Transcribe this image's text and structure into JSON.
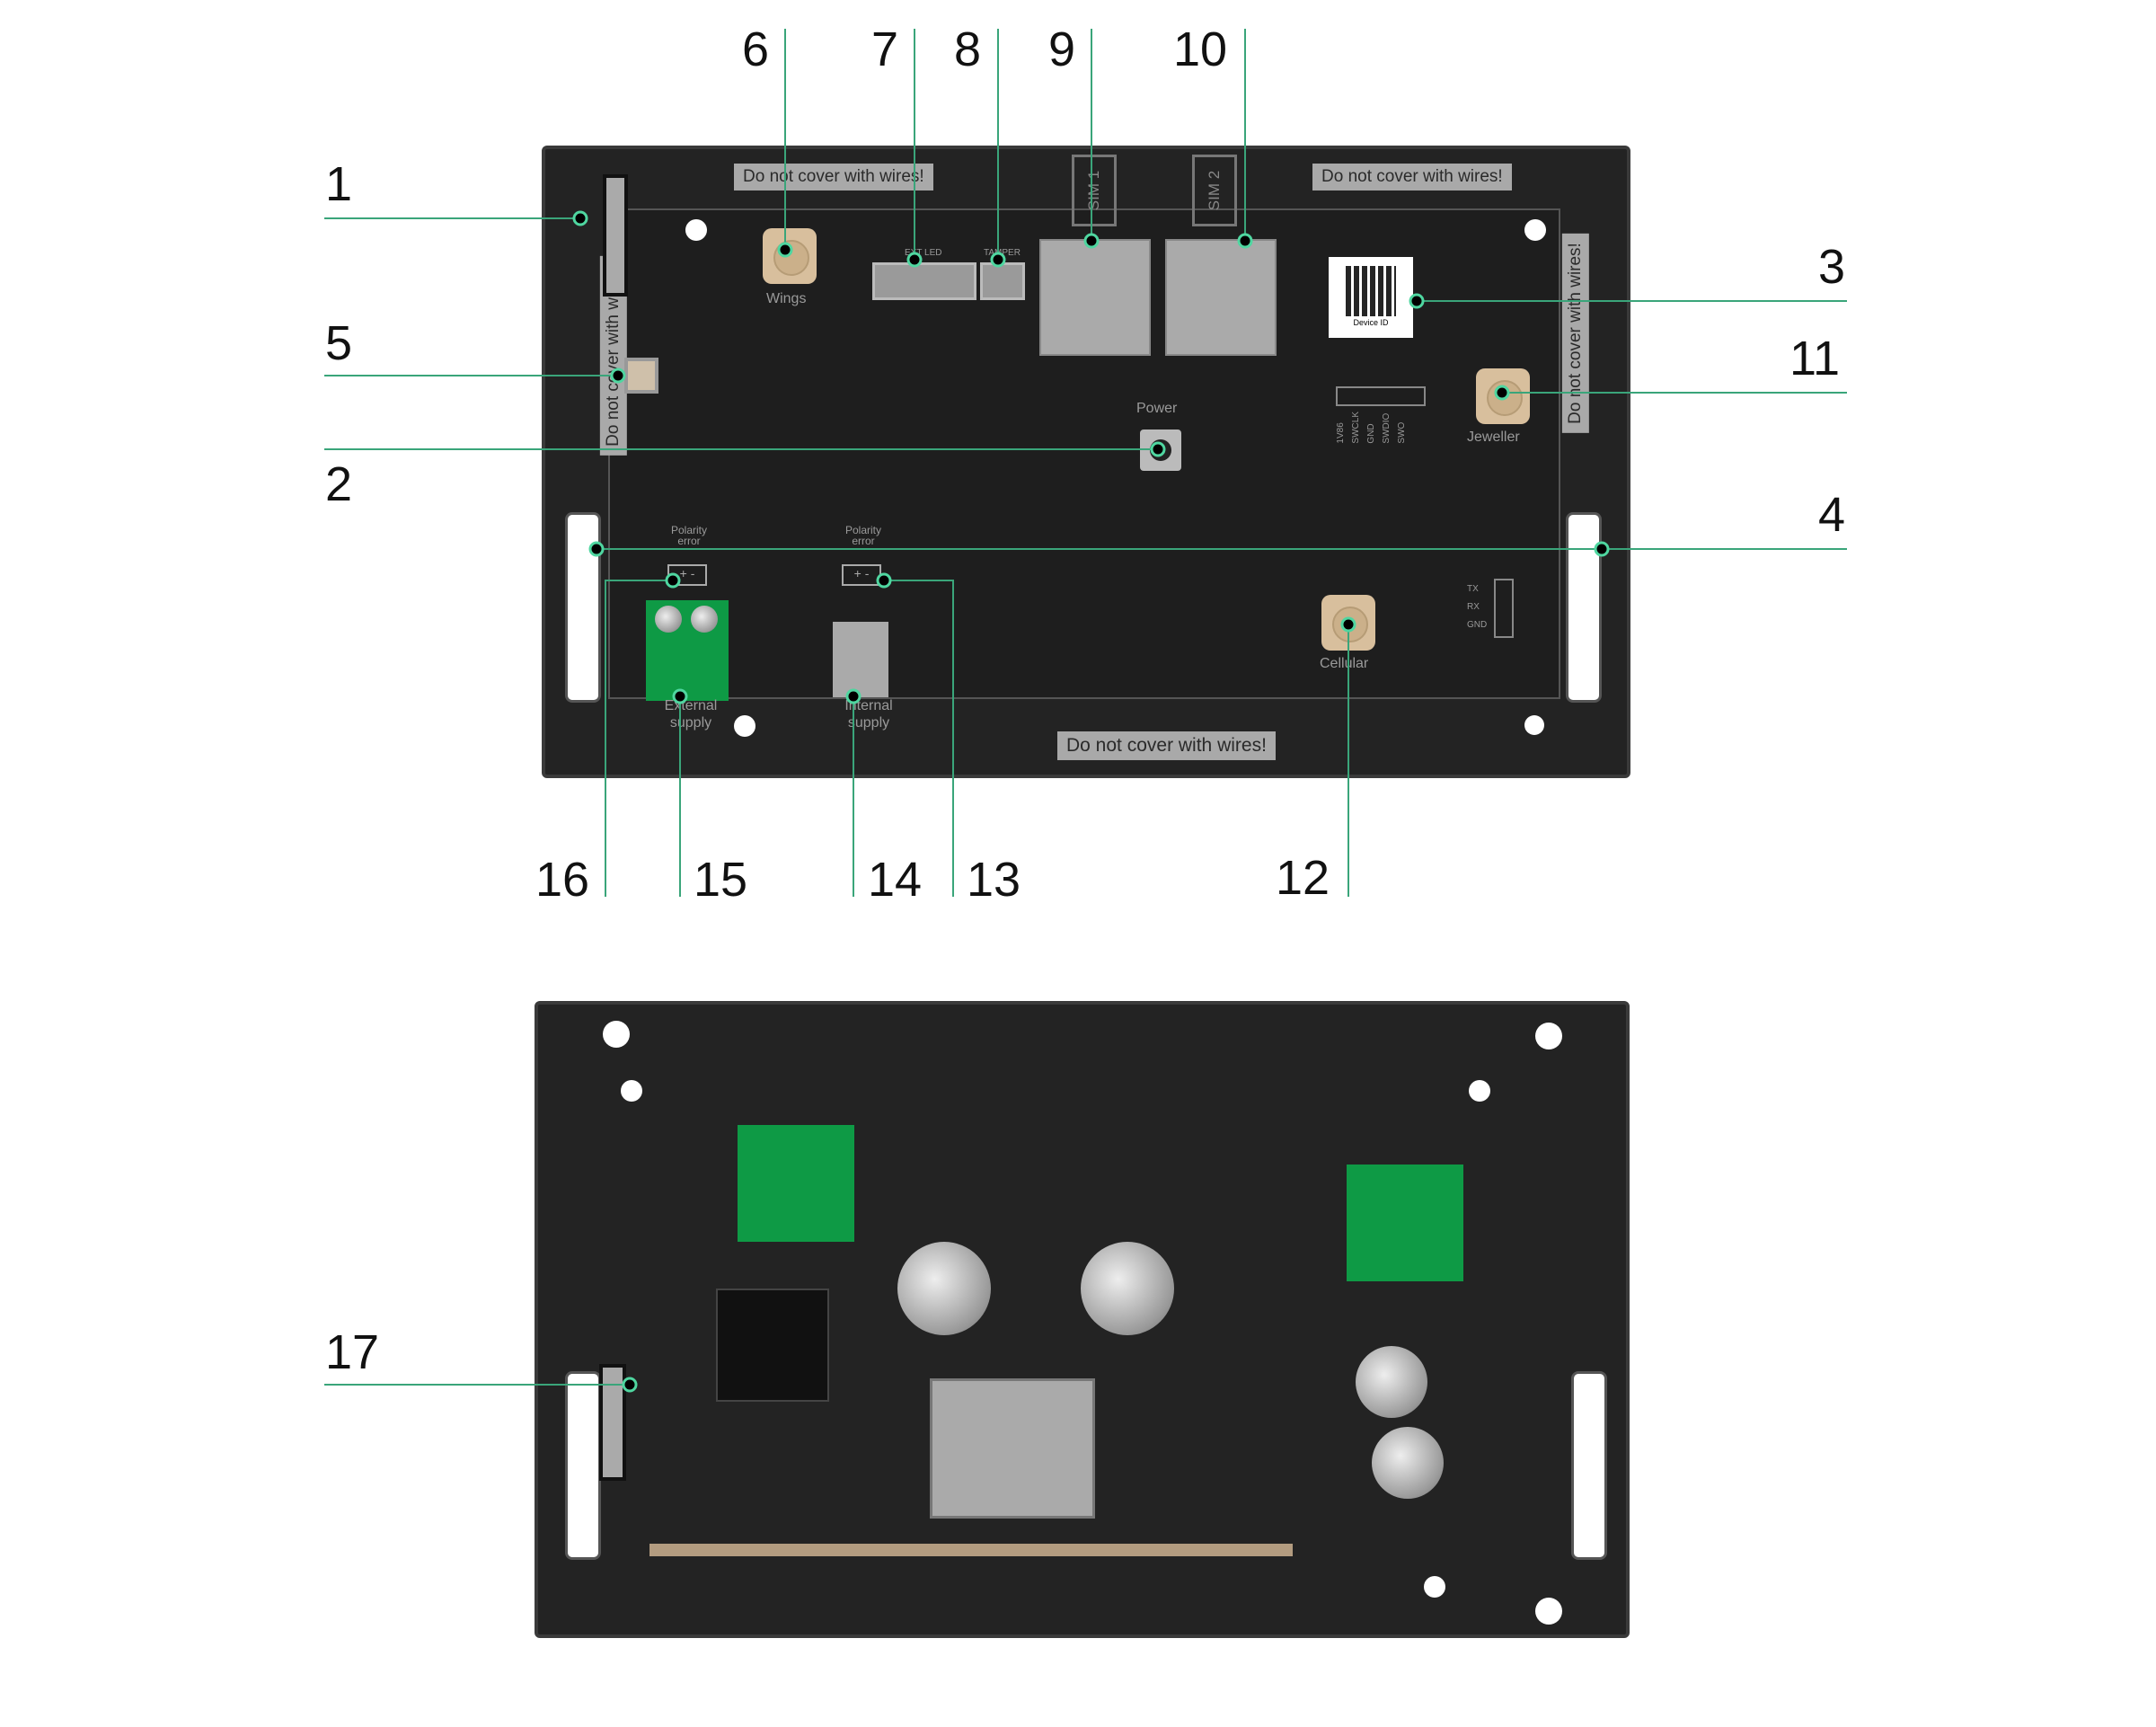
{
  "callouts": [
    "1",
    "2",
    "3",
    "4",
    "5",
    "6",
    "7",
    "8",
    "9",
    "10",
    "11",
    "12",
    "13",
    "14",
    "15",
    "16",
    "17"
  ],
  "warning": "Do not cover with wires!",
  "labels": {
    "wings": "Wings",
    "ext_led": "EXT LED",
    "tamper": "TAMPER",
    "sim1": "SIM 1",
    "sim2": "SIM 2",
    "device_id": "Device ID",
    "power": "Power",
    "jeweller": "Jeweller",
    "cellular": "Cellular",
    "polarity_error": "Polarity error",
    "external_supply": "External supply",
    "internal_supply": "Internal supply",
    "debug_pins": [
      "1V86",
      "SWCLK",
      "GND",
      "SWDIO",
      "SWO"
    ],
    "uart_pins": [
      "TX",
      "RX",
      "GND"
    ],
    "plus": "+",
    "minus": "-"
  },
  "colors": {
    "leader": "#3aa57a",
    "board": "#232323",
    "terminal": "#0e9a45",
    "antenna": "#d8bf9d"
  }
}
